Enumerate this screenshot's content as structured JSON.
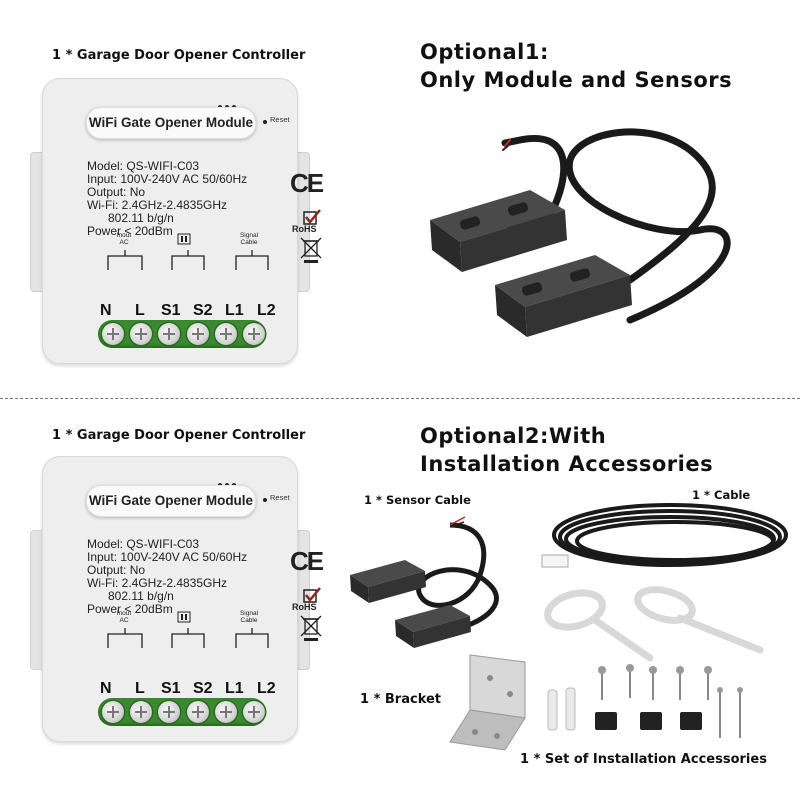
{
  "top_section": {
    "caption": "1 * Garage Door Opener Controller",
    "heading_line1": "Optional1:",
    "heading_line2": "Only Module and Sensors"
  },
  "bottom_section": {
    "caption": "1 * Garage Door Opener Controller",
    "heading_line1": "Optional2:With",
    "heading_line2": "Installation Accessories",
    "sensor_cable_label": "1 * Sensor Cable",
    "cable_label": "1 * Cable",
    "bracket_label": "1 *  Bracket",
    "accessories_label": "1 * Set of Installation Accessories"
  },
  "module": {
    "title": "WiFi Gate Opener Module",
    "reset_label": "Reset",
    "specs": [
      "Model: QS-WIFI-C03",
      "Input: 100V-240V AC 50/60Hz",
      "Output: No",
      "Wi-Fi: 2.4GHz-2.4835GHz"
    ],
    "spec_wifi_std": "802.11 b/g/n",
    "spec_power": "Power < 20dBm",
    "ce_mark": "CE",
    "rohs_mark": "RoHS",
    "group_input": "Inout\nAC",
    "group_signal": "Signal\nCable",
    "terminals": [
      "N",
      "L",
      "S1",
      "S2",
      "L1",
      "L2"
    ]
  },
  "colors": {
    "terminal_green": "#3a8a2f",
    "module_body": "#eeeeee",
    "sensor_body": "#3a3a3a",
    "cable": "#1a1a1a",
    "wire_red": "#c8281e"
  }
}
